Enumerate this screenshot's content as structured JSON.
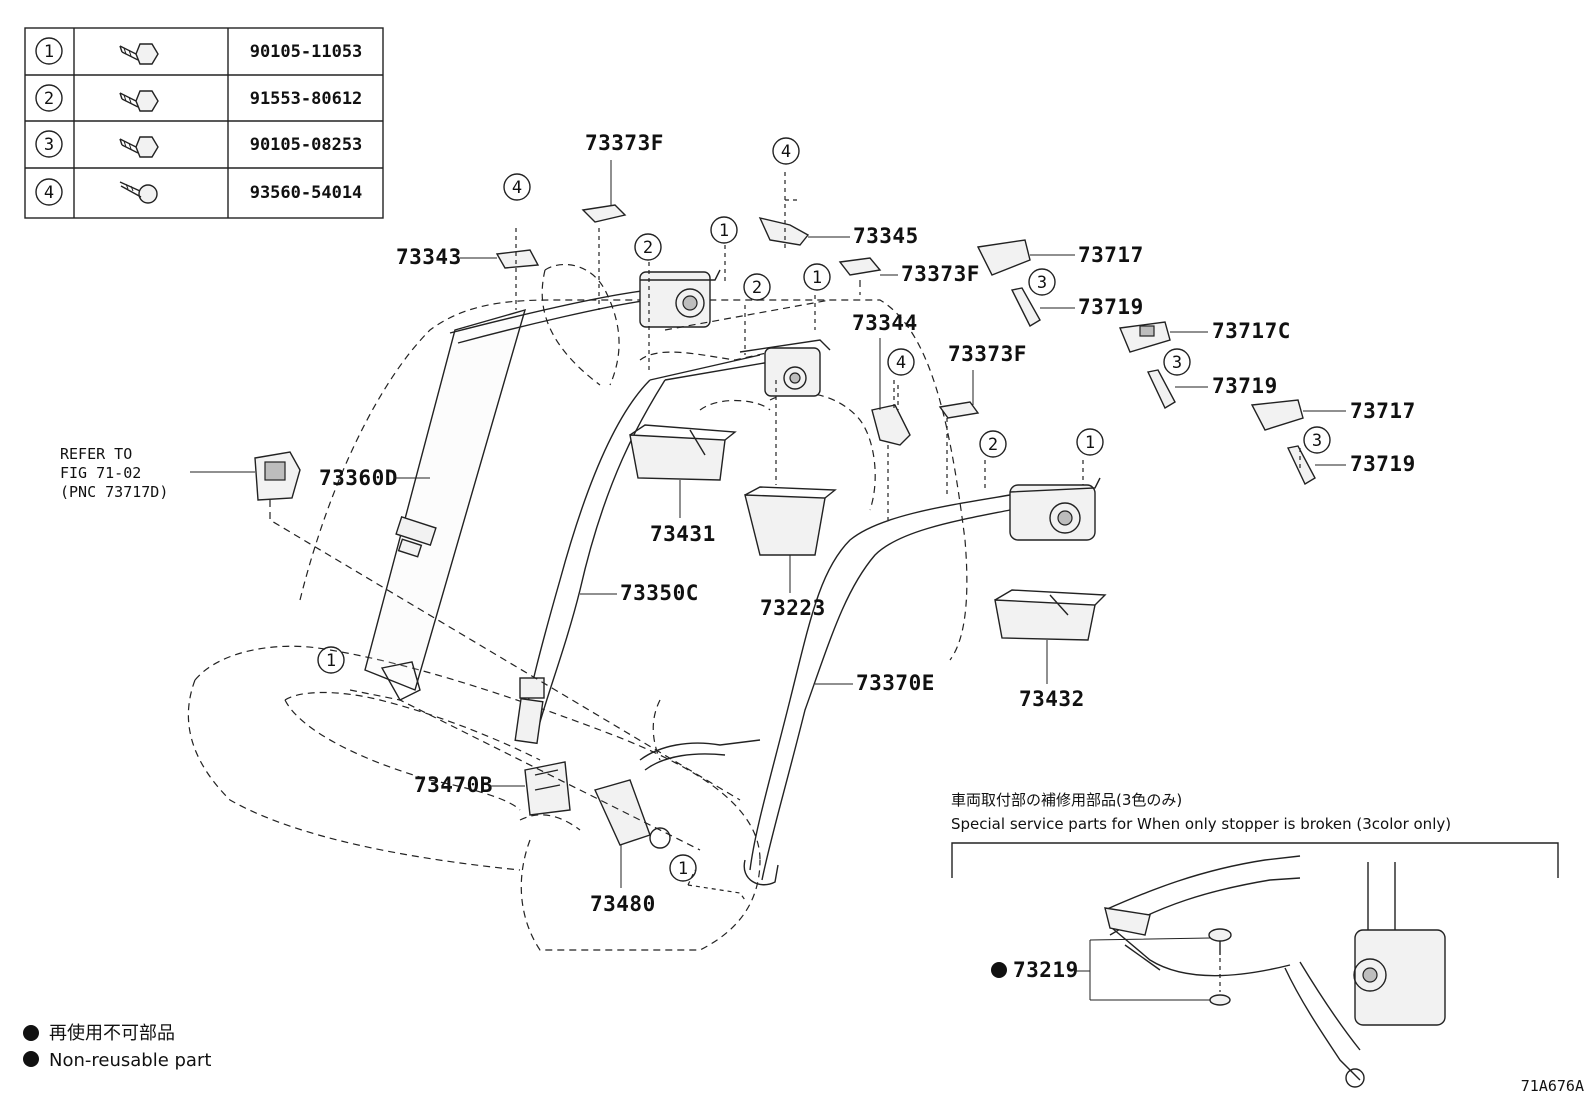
{
  "bolt_table": [
    {
      "callout": "1",
      "part_no": "90105-11053",
      "icon": "flange-bolt-icon"
    },
    {
      "callout": "2",
      "part_no": "91553-80612",
      "icon": "flange-bolt-icon"
    },
    {
      "callout": "3",
      "part_no": "90105-08253",
      "icon": "flange-bolt-icon"
    },
    {
      "callout": "4",
      "part_no": "93560-54014",
      "icon": "tapping-screw-icon"
    }
  ],
  "part_labels": {
    "p73373F_a": "73373F",
    "p73373F_b": "73373F",
    "p73373F_c": "73373F",
    "p73343": "73343",
    "p73345": "73345",
    "p73717_a": "73717",
    "p73717_b": "73717",
    "p73717C": "73717C",
    "p73719_a": "73719",
    "p73719_b": "73719",
    "p73719_c": "73719",
    "p73344": "73344",
    "p73360D": "73360D",
    "p73431": "73431",
    "p73223": "73223",
    "p73350C": "73350C",
    "p73370E": "73370E",
    "p73432": "73432",
    "p73470B": "73470B",
    "p73480": "73480",
    "p73219": "73219"
  },
  "refer_note": [
    "REFER TO",
    "FIG 71-02",
    "(PNC 73717D)"
  ],
  "callouts": {
    "c1": "1",
    "c2": "2",
    "c3": "3",
    "c4": "4"
  },
  "special_parts": {
    "title_jp": "車両取付部の補修用部品(3色のみ)",
    "title_en": "Special service parts for When only stopper is broken (3color only)"
  },
  "legend": {
    "jp": "再使用不可部品",
    "en": "Non-reusable part",
    "symbol": "●"
  },
  "figure_id": "71A676A"
}
